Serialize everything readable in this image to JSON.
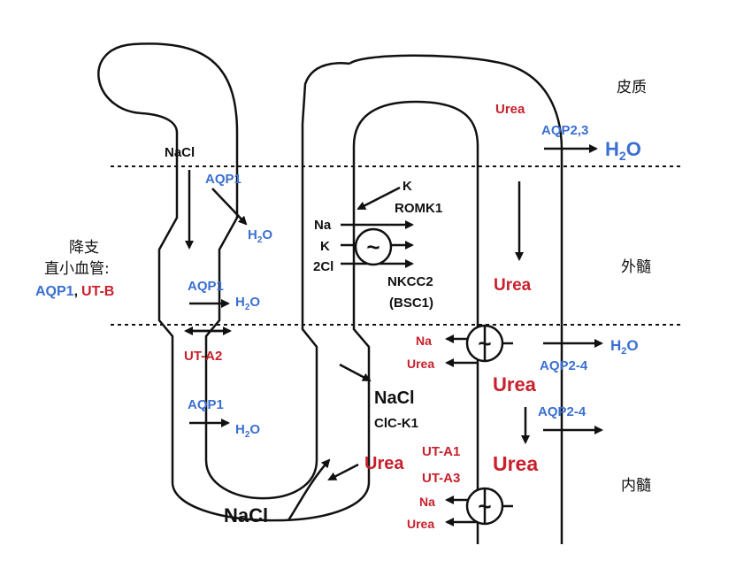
{
  "zones": {
    "cortex": "皮质",
    "outer_medulla": "外髓",
    "inner_medulla": "内髓"
  },
  "vasa_recta": {
    "line1": "降支",
    "line2": "直小血管:",
    "aqp1": "AQP1",
    "comma": ",",
    "utb": "UT-B"
  },
  "descending": {
    "nacl": "NaCl",
    "aqp1_a": "AQP1",
    "h2o_a": "H",
    "aqp1_b": "AQP1",
    "h2o_b": "H",
    "uta2": "UT-A2",
    "aqp1_c": "AQP1",
    "h2o_c": "H"
  },
  "bottom": {
    "nacl": "NaCl"
  },
  "thick_ascending": {
    "k": "K",
    "romk": "ROMK1",
    "na": "Na",
    "k2": "K",
    "cl": "2Cl",
    "nkcc": "NKCC2",
    "bsc": "(BSC1)",
    "symbol": "~"
  },
  "thin_ascending": {
    "nacl": "NaCl",
    "clc": "ClC-K1",
    "urea": "Urea"
  },
  "collecting_duct": {
    "urea_cortex": "Urea",
    "aqp23": "AQP2,3",
    "h2o_big": "H",
    "urea_outer": "Urea",
    "na1": "Na",
    "urea1": "Urea",
    "h2o_right": "H",
    "aqp24_a": "AQP2-4",
    "urea_big1": "Urea",
    "aqp24_b": "AQP2-4",
    "urea_big2": "Urea",
    "uta1": "UT-A1",
    "uta3": "UT-A3",
    "na2": "Na",
    "urea2": "Urea",
    "symbol": "~"
  },
  "subscript_2": "2",
  "colors": {
    "blue": "#3a6fd1",
    "red": "#c8202c",
    "black": "#111111"
  }
}
